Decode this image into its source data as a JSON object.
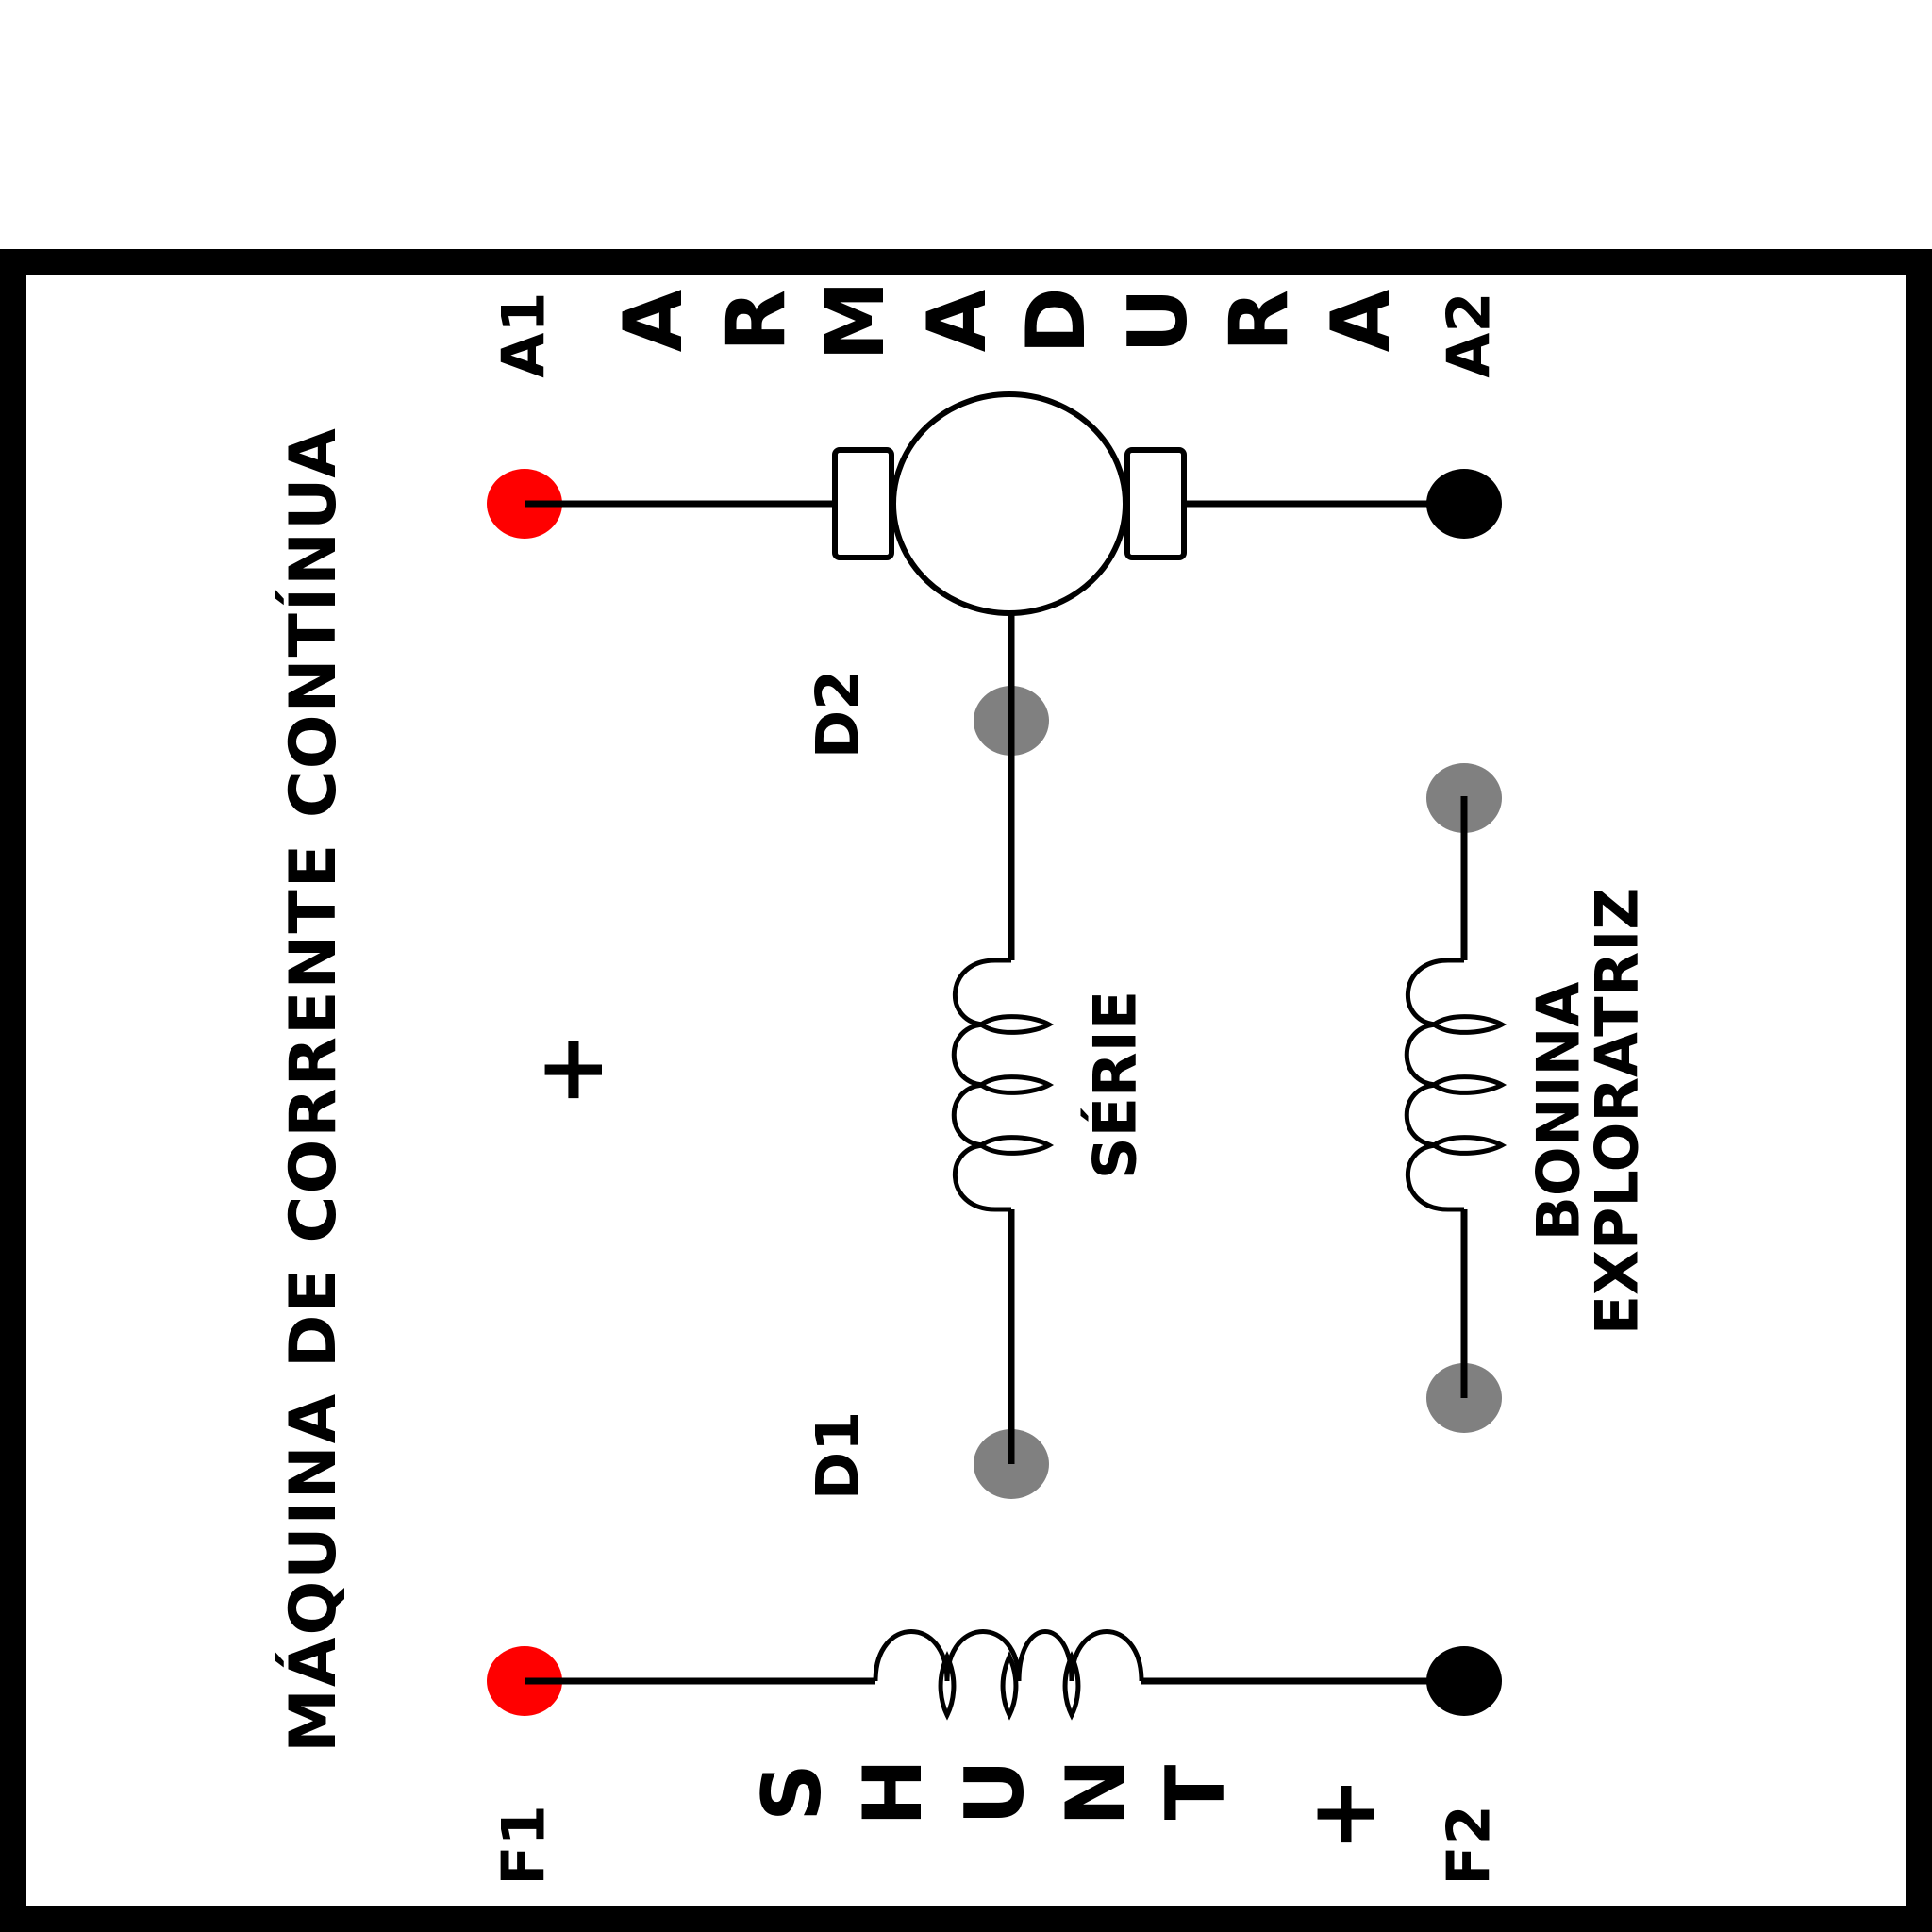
{
  "title": "MÁQUINA DE CORRENTE CONTÍNUA",
  "armature": {
    "label_letters": [
      "A",
      "R",
      "M",
      "A",
      "D",
      "U",
      "R",
      "A"
    ],
    "terminal_left": "A1",
    "terminal_right": "A2"
  },
  "series": {
    "label": "SÉRIE",
    "terminal_top": "D2",
    "terminal_bottom": "D1"
  },
  "interpole": {
    "label_line1": "BONINA",
    "label_line2": "EXPLORATRIZ"
  },
  "shunt": {
    "label_letters": [
      "S",
      "H",
      "U",
      "N",
      "T"
    ],
    "terminal_left": "F1",
    "terminal_right": "F2"
  },
  "polarity": {
    "plus_center": "+",
    "plus_shunt": "+"
  },
  "colors": {
    "terminal_positive": "#ff0000",
    "terminal_negative": "#000000",
    "terminal_neutral": "#808080",
    "border": "#000000"
  }
}
